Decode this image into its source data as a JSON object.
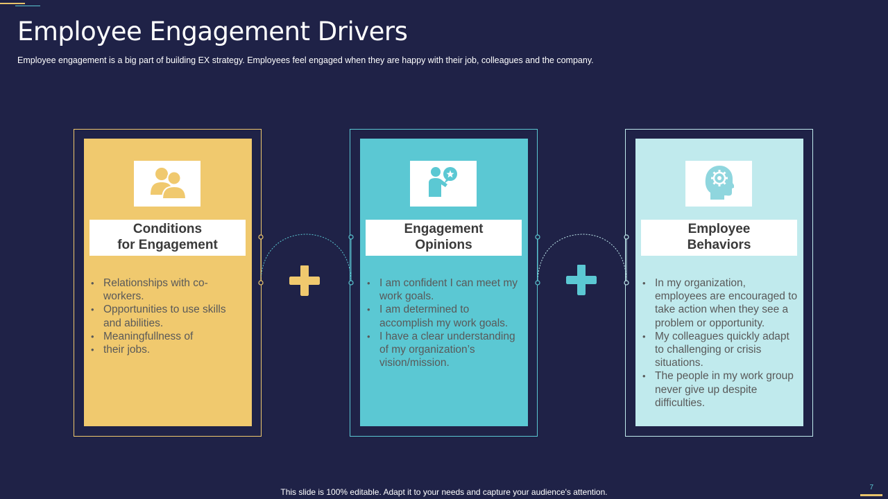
{
  "slide": {
    "title": "Employee Engagement Drivers",
    "subtitle": "Employee engagement  is a big part of building EX strategy. Employees feel engaged when they are happy with their job, colleagues and the company.",
    "footer": "This slide is 100% editable. Adapt it to your needs and capture your audience's attention.",
    "page_number": "7"
  },
  "colors": {
    "background": "#1f2247",
    "gold": "#f0c96e",
    "teal": "#5bc8d3",
    "light_teal": "#c0eaed"
  },
  "cards": [
    {
      "icon": "people-icon",
      "heading": "Conditions\nfor Engagement",
      "bullets": [
        "Relationships with co-workers.",
        "Opportunities to use skills and abilities.",
        "Meaningfullness  of",
        "their jobs."
      ]
    },
    {
      "icon": "speaking-person-icon",
      "heading": "Engagement\nOpinions",
      "bullets": [
        "I am confident I can meet my work goals.",
        "I am determined to accomplish my work goals.",
        "I have a clear understanding of my organization’s vision/mission."
      ]
    },
    {
      "icon": "head-gear-icon",
      "heading": "Employee\nBehaviors",
      "bullets": [
        "In my organization, employees are encouraged to take action when they see a problem or opportunity.",
        "My colleagues quickly adapt to challenging  or crisis situations.",
        "The people in my work group never give up despite difficulties."
      ]
    }
  ]
}
